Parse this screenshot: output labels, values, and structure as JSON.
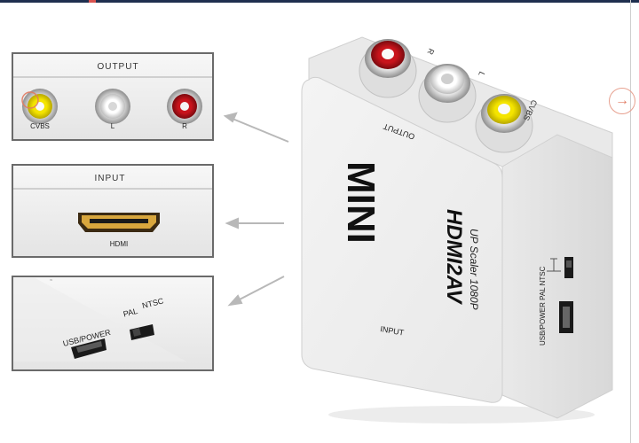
{
  "image": {
    "description_colors": {
      "device_body": "#f2f2f2",
      "rca_red": "#c8141c",
      "rca_white": "#f7f7f7",
      "rca_yellow": "#f4e400",
      "hdmi_gold": "#d8a63d",
      "panel_border": "#6a6a6a",
      "arrow_gray": "#b8b8b8",
      "nav_accent": "#e07a62"
    }
  },
  "panels": {
    "output": {
      "title": "OUTPUT",
      "labels": [
        "CVBS",
        "L",
        "R"
      ]
    },
    "input": {
      "title": "INPUT",
      "label": "HDMI"
    },
    "switch": {
      "usb_label": "USB/POWER",
      "pal_label": "PAL",
      "ntsc_label": "NTSC"
    }
  },
  "device": {
    "brand": "MINI",
    "model": "HDMI2AV",
    "subtitle": "UP Scaler 1080P",
    "output_label": "OUTPUT",
    "input_label": "INPUT",
    "port_r": "R",
    "port_l": "L",
    "port_cvbs": "CVBS",
    "side_usb_label": "USB/POWER PAL NTSC"
  },
  "nav": {
    "next_icon": "arrow-right-icon",
    "next_glyph": "→"
  }
}
